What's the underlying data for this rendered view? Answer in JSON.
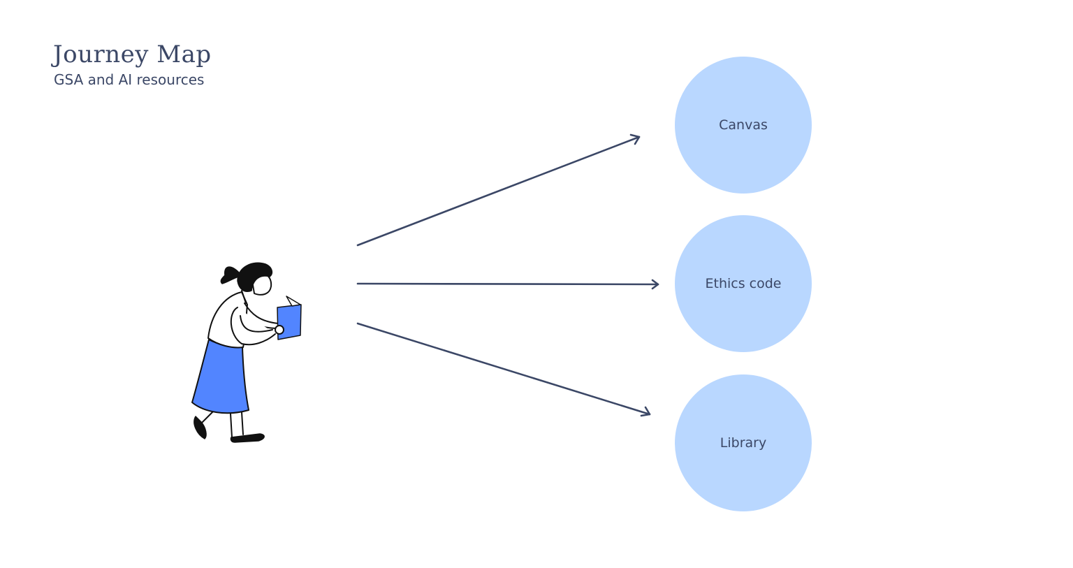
{
  "header": {
    "title": "Journey Map",
    "subtitle": "GSA and AI resources"
  },
  "illustration": {
    "icon": "person-reading-book-icon"
  },
  "nodes": [
    {
      "label": "Canvas"
    },
    {
      "label": "Ethics code"
    },
    {
      "label": "Library"
    }
  ],
  "colors": {
    "text": "#3b4766",
    "arrow": "#3b4766",
    "node_fill": "#b9d7ff",
    "skirt_and_book": "#5285ff",
    "hair_and_shoes": "#111111"
  }
}
